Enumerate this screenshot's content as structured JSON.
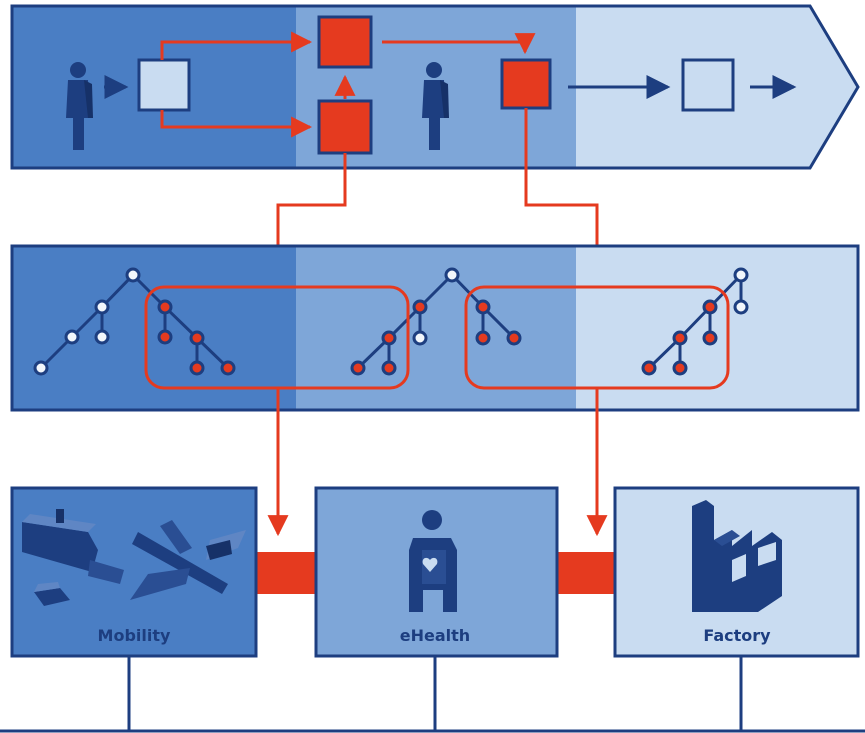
{
  "diagram": {
    "sectors": {
      "mobility": {
        "label": "Mobility"
      },
      "ehealth": {
        "label": "eHealth"
      },
      "factory": {
        "label": "Factory"
      }
    }
  },
  "colors": {
    "dark_blue": "#4a7ec4",
    "mid_blue": "#7ea6d8",
    "light_blue": "#c9dcf1",
    "outline": "#1d3e80",
    "accent_red": "#e53a1f",
    "node_white": "#f2f6fb"
  },
  "icons": [
    "person-icon",
    "ship-icon",
    "airplane-icon",
    "car-icon",
    "patient-icon",
    "factory-icon"
  ]
}
